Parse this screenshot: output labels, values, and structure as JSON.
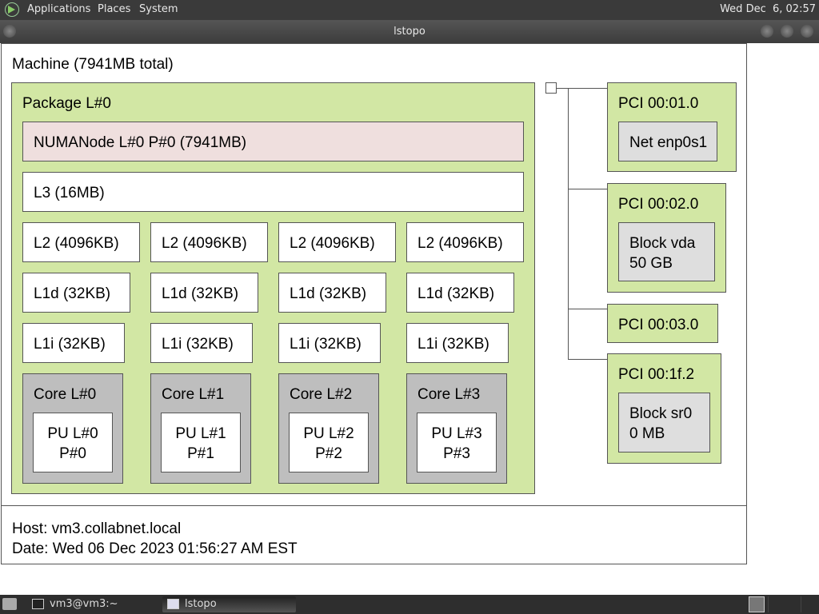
{
  "topbar": {
    "menus": [
      "Applications",
      "Places",
      "System"
    ],
    "clock": "Wed Dec  6, 02:57"
  },
  "window": {
    "title": "lstopo"
  },
  "colors": {
    "package": "#d2e7a4",
    "numa": "#efdfde",
    "core": "#bebebe",
    "device": "#dedede",
    "pci": "#d2e7a4"
  },
  "topology": {
    "machine": "Machine (7941MB total)",
    "package": "Package L#0",
    "numa": "NUMANode L#0 P#0 (7941MB)",
    "l3": "L3 (16MB)",
    "l2": [
      "L2 (4096KB)",
      "L2 (4096KB)",
      "L2 (4096KB)",
      "L2 (4096KB)"
    ],
    "l1d": [
      "L1d (32KB)",
      "L1d (32KB)",
      "L1d (32KB)",
      "L1d (32KB)"
    ],
    "l1i": [
      "L1i (32KB)",
      "L1i (32KB)",
      "L1i (32KB)",
      "L1i (32KB)"
    ],
    "cores": [
      {
        "label": "Core L#0",
        "pu1": "PU L#0",
        "pu2": "P#0"
      },
      {
        "label": "Core L#1",
        "pu1": "PU L#1",
        "pu2": "P#1"
      },
      {
        "label": "Core L#2",
        "pu1": "PU L#2",
        "pu2": "P#2"
      },
      {
        "label": "Core L#3",
        "pu1": "PU L#3",
        "pu2": "P#3"
      }
    ],
    "pci": [
      {
        "label": "PCI 00:01.0",
        "dev1": "Net enp0s1",
        "dev2": ""
      },
      {
        "label": "PCI 00:02.0",
        "dev1": "Block vda",
        "dev2": "50 GB"
      },
      {
        "label": "PCI 00:03.0"
      },
      {
        "label": "PCI 00:1f.2",
        "dev1": "Block sr0",
        "dev2": "0 MB"
      }
    ],
    "host": "Host: vm3.collabnet.local",
    "date": "Date: Wed 06 Dec 2023 01:56:27 AM EST"
  },
  "taskbar": {
    "tasks": [
      "vm3@vm3:~",
      "lstopo"
    ]
  }
}
